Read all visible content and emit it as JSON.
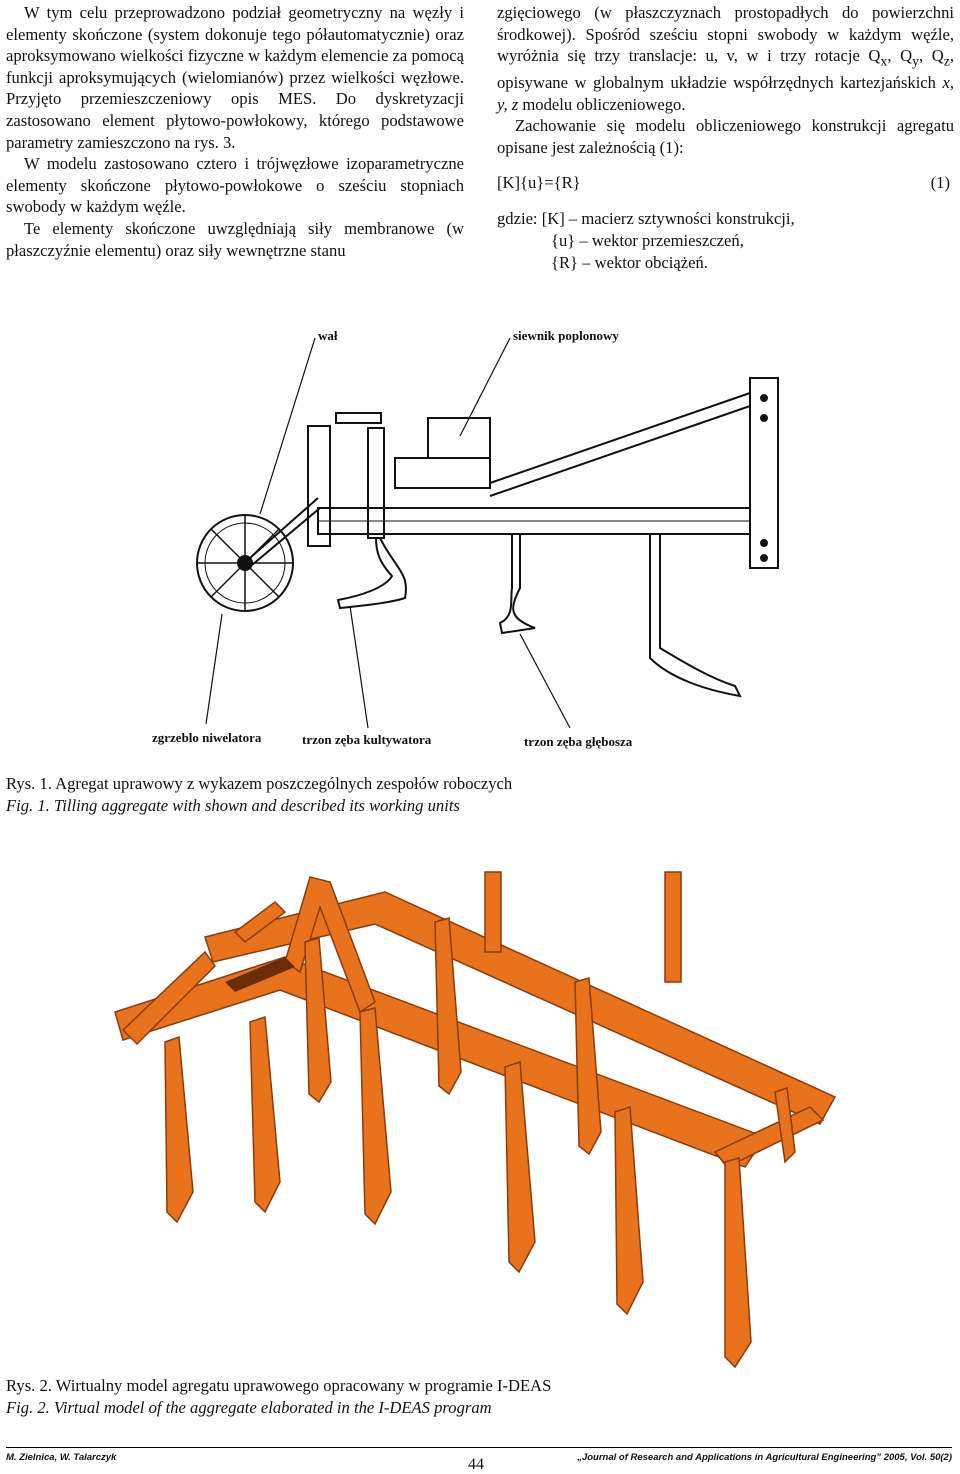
{
  "left_column": {
    "p1": "W tym celu przeprowadzono podział geometryczny na węzły i elementy skończone (system dokonuje tego półautomatycznie) oraz aproksymowano wielkości fizyczne w każdym elemencie za pomocą funkcji aproksymujących (wielomianów) przez wielkości węzłowe. Przyjęto przemieszczeniowy opis MES. Do dyskretyzacji zastosowano element płytowo-powłokowy, którego podstawowe parametry zamieszczono na rys. 3.",
    "p2": "W modelu zastosowano cztero i trójwęzłowe izoparametryczne elementy skończone płytowo-powłokowe o sześciu stopniach swobody w każdym węźle.",
    "p3": "Te elementy skończone uwzględniają siły membranowe (w płaszczyźnie elementu) oraz siły wewnętrzne stanu"
  },
  "right_column": {
    "p1_continuation": "zgięciowego (w płaszczyznach prostopadłych do powierzchni środkowej).",
    "p1_rest_a": "Spośród sześciu stopni swobody w każdym węźle, wyróżnia się trzy translacje: u, v, w i trzy rotacje Q",
    "sub_x": "x",
    "sep1": ", Q",
    "sub_y": "y",
    "sep2": ", Q",
    "sub_z": "z",
    "p1_rest_b": ", opisywane w globalnym układzie współrzędnych kartezjańskich ",
    "coords": "x, y, z",
    "p1_rest_c": " modelu obliczeniowego.",
    "p2": "Zachowanie się modelu obliczeniowego konstrukcji agregatu opisane jest zależnością (1):",
    "equation": "[K]{u}={R}",
    "equation_number": "(1)",
    "where_intro": "gdzie: [K] – macierz sztywności konstrukcji,",
    "where_u": "{u} – wektor przemieszczeń,",
    "where_r": "{R} – wektor obciążeń."
  },
  "figure1": {
    "labels": {
      "shaft": "wał",
      "seeder": "siewnik poplonowy",
      "leveller": "zgrzeblo niwelatora",
      "cultivator_tine": "trzon zęba kultywatora",
      "subsoiler_tine": "trzon zęba głębosza"
    },
    "caption_pl": "Rys. 1. Agregat uprawowy z wykazem poszczególnych zespołów roboczych",
    "caption_en": "Fig. 1. Tilling aggregate with shown and described its working units"
  },
  "figure2": {
    "caption_pl": "Rys. 2. Wirtualny model agregatu uprawowego opracowany w programie I-DEAS",
    "caption_en": "Fig. 2. Virtual model of the aggregate elaborated in the I-DEAS program",
    "colors": {
      "frame": "#e8731c",
      "frame_dark": "#b9520f",
      "shadow": "#6b2d08"
    }
  },
  "footer": {
    "authors": "M. Zielnica, W. Talarczyk",
    "page": "44",
    "journal": "„Journal of Research and Applications in Agricultural Engineering” 2005, Vol. 50(2)"
  }
}
